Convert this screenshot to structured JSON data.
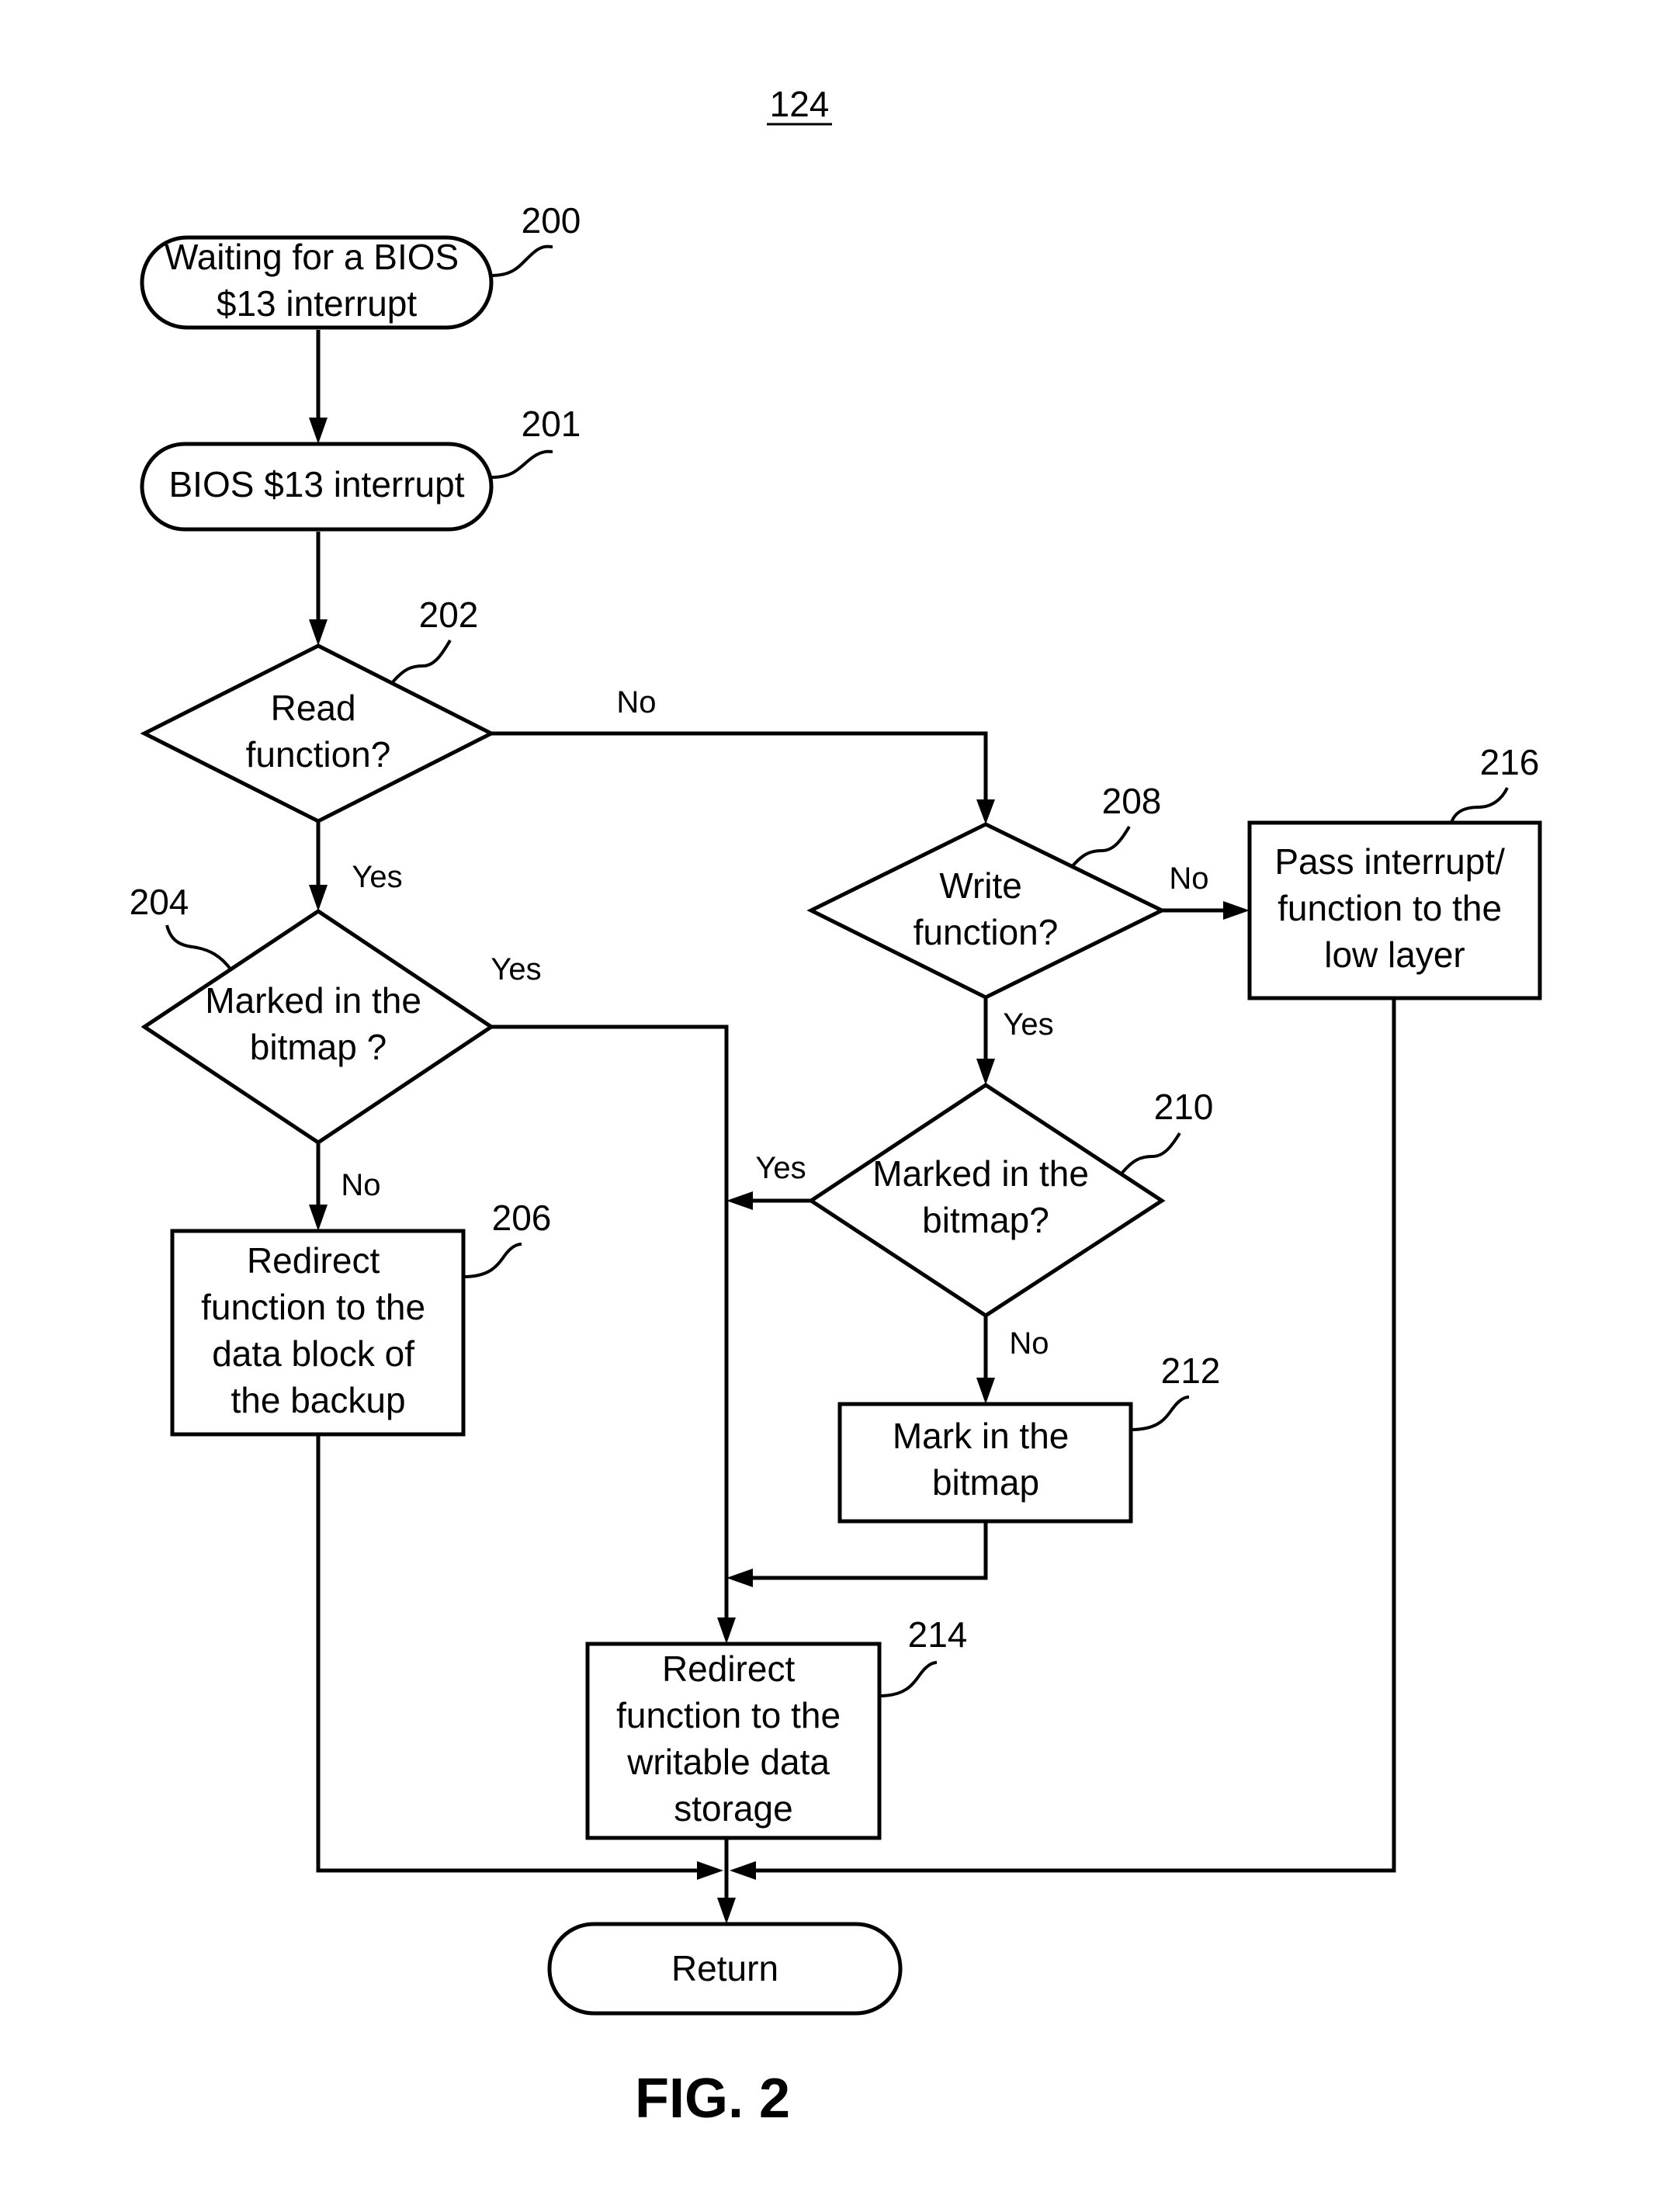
{
  "figure": {
    "ref": "124",
    "caption": "FIG. 2"
  },
  "nodes": {
    "n200": {
      "ref": "200",
      "lines": [
        "Waiting for a BIOS",
        "$13 interrupt"
      ]
    },
    "n201": {
      "ref": "201",
      "lines": [
        "BIOS $13 interrupt"
      ]
    },
    "n202": {
      "ref": "202",
      "lines": [
        "Read",
        "function?"
      ]
    },
    "n204": {
      "ref": "204",
      "lines": [
        "Marked in the",
        "bitmap ?"
      ]
    },
    "n206": {
      "ref": "206",
      "lines": [
        "Redirect",
        "function to the",
        "data block of",
        "the backup"
      ]
    },
    "n208": {
      "ref": "208",
      "lines": [
        "Write",
        "function?"
      ]
    },
    "n210": {
      "ref": "210",
      "lines": [
        "Marked in the",
        "bitmap?"
      ]
    },
    "n212": {
      "ref": "212",
      "lines": [
        "Mark in the",
        "bitmap"
      ]
    },
    "n214": {
      "ref": "214",
      "lines": [
        "Redirect",
        "function to the",
        "writable data",
        "storage"
      ]
    },
    "n216": {
      "ref": "216",
      "lines": [
        "Pass interrupt/",
        "function to the",
        "low layer"
      ]
    },
    "nReturn": {
      "lines": [
        "Return"
      ]
    }
  },
  "edge_labels": {
    "e202_no": "No",
    "e202_yes": "Yes",
    "e204_yes": "Yes",
    "e204_no": "No",
    "e208_no": "No",
    "e208_yes": "Yes",
    "e210_yes": "Yes",
    "e210_no": "No"
  }
}
